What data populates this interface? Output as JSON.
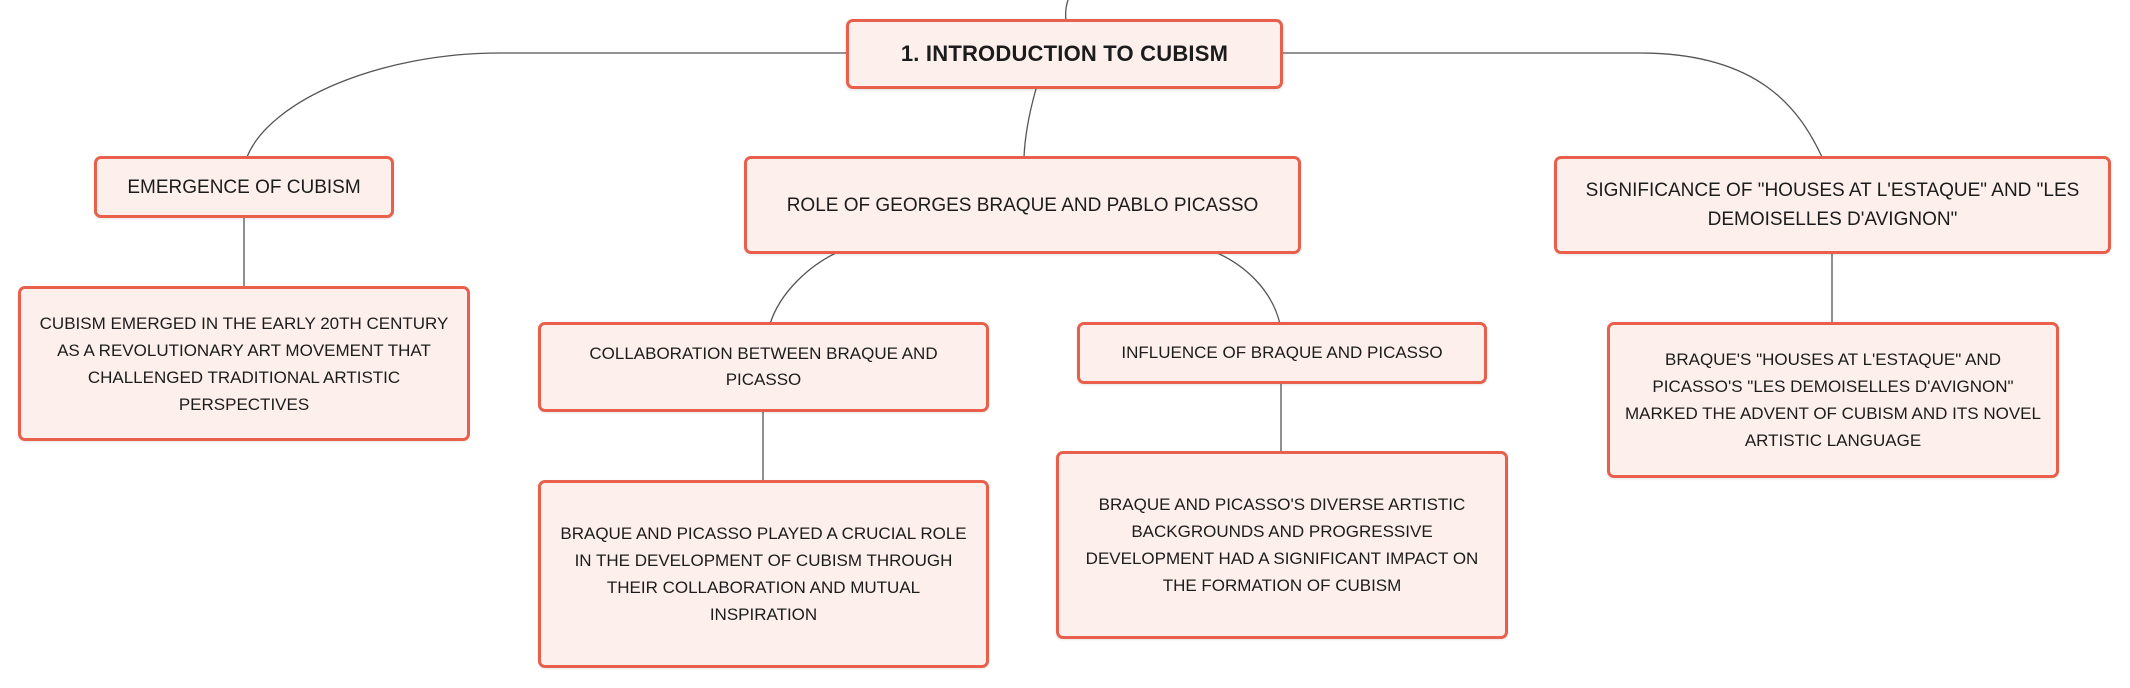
{
  "mindmap": {
    "root": {
      "label": "1. INTRODUCTION TO CUBISM"
    },
    "branches": {
      "emergence": {
        "label": "EMERGENCE OF CUBISM",
        "detail": "CUBISM EMERGED IN THE EARLY 20TH CENTURY AS A REVOLUTIONARY ART MOVEMENT THAT CHALLENGED TRADITIONAL ARTISTIC PERSPECTIVES"
      },
      "role": {
        "label": "ROLE OF GEORGES BRAQUE AND PABLO PICASSO",
        "collaboration": {
          "label": "COLLABORATION BETWEEN BRAQUE AND PICASSO",
          "detail": "BRAQUE AND PICASSO PLAYED A CRUCIAL ROLE IN THE DEVELOPMENT OF CUBISM THROUGH THEIR COLLABORATION AND MUTUAL INSPIRATION"
        },
        "influence": {
          "label": "INFLUENCE OF BRAQUE AND PICASSO",
          "detail": "BRAQUE AND PICASSO'S DIVERSE ARTISTIC BACKGROUNDS AND PROGRESSIVE DEVELOPMENT HAD A SIGNIFICANT IMPACT ON THE FORMATION OF CUBISM"
        }
      },
      "significance": {
        "label": "SIGNIFICANCE OF \"HOUSES AT L'ESTAQUE\" AND \"LES DEMOISELLES D'AVIGNON\"",
        "detail": "BRAQUE'S \"HOUSES AT L'ESTAQUE\" AND PICASSO'S \"LES DEMOISELLES D'AVIGNON\" MARKED THE ADVENT OF CUBISM AND ITS NOVEL ARTISTIC LANGUAGE"
      }
    }
  },
  "colors": {
    "node_border": "#e8604c",
    "node_fill": "#fdf0ec",
    "connector": "#555555"
  }
}
